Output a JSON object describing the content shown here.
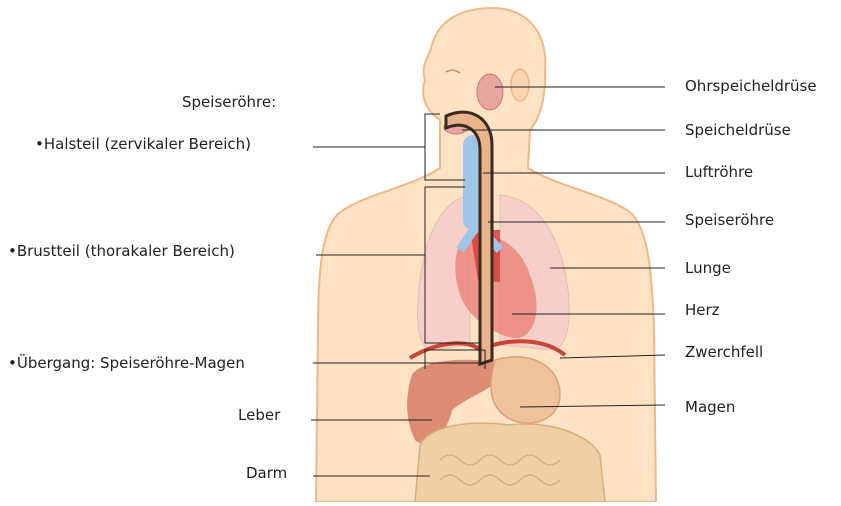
{
  "heading": "Speiseröhre:",
  "left_labels": [
    {
      "id": "halsteil",
      "text": "•Halsteil (zervikaler Bereich)"
    },
    {
      "id": "brustteil",
      "text": "•Brustteil (thorakaler Bereich)"
    },
    {
      "id": "uebergang",
      "text": "•Übergang: Speiseröhre-Magen"
    },
    {
      "id": "leber",
      "text": "Leber"
    },
    {
      "id": "darm",
      "text": "Darm"
    }
  ],
  "right_labels": [
    {
      "id": "ohrspeicheldruese",
      "text": "Ohrspeicheldrüse"
    },
    {
      "id": "speicheldruese",
      "text": "Speicheldrüse"
    },
    {
      "id": "luftroehre",
      "text": "Luftröhre"
    },
    {
      "id": "speiseroehre",
      "text": "Speiseröhre"
    },
    {
      "id": "lunge",
      "text": "Lunge"
    },
    {
      "id": "herz",
      "text": "Herz"
    },
    {
      "id": "zwerchfell",
      "text": "Zwerchfell"
    },
    {
      "id": "magen",
      "text": "Magen"
    }
  ],
  "colors": {
    "skin": "#fde3c4",
    "skin_outline": "#f1b887",
    "lung": "#f6cfc9",
    "heart": "#e87e74",
    "esophagus": "#e9b48a",
    "esophagus_outline": "#3a2a22",
    "trachea": "#9fc6e6",
    "liver": "#d7826a",
    "stomach": "#efc29a",
    "intestine": "#f0cfa5",
    "diaphragm": "#c9453a",
    "parotid": "#e6a6a0",
    "line": "#222222"
  }
}
